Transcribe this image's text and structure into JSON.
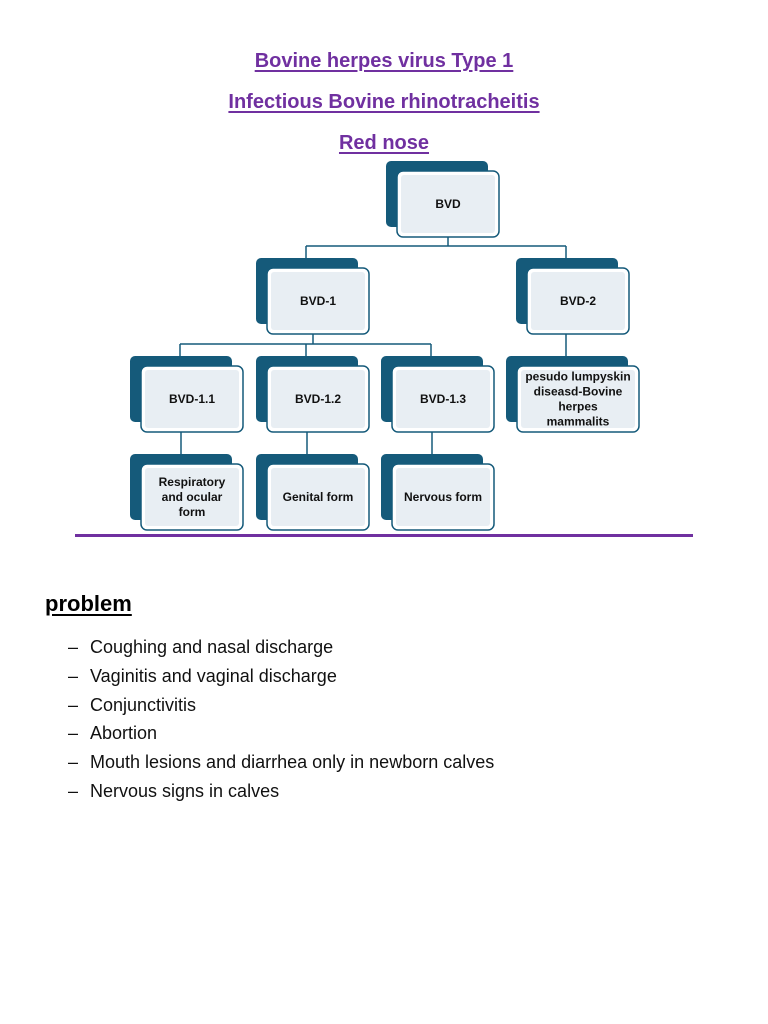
{
  "titles": {
    "line1": "Bovine herpes virus Type 1",
    "line2": "Infectious Bovine rhinotracheitis",
    "line3": "Red nose"
  },
  "colors": {
    "title": "#7030a0",
    "rule": "#7030a0",
    "node_back": "#155a7a",
    "node_front": "#e8eef3",
    "node_border": "#155a7a",
    "connector": "#155a7a"
  },
  "diagram": {
    "root": {
      "label": "BVD",
      "children": [
        {
          "label": "BVD-1",
          "children": [
            {
              "label": "BVD-1.1",
              "children": [
                {
                  "label": "Respiratory and ocular form",
                  "lines": [
                    "Respiratory",
                    "and ocular",
                    "form"
                  ]
                }
              ]
            },
            {
              "label": "BVD-1.2",
              "children": [
                {
                  "label": "Genital form",
                  "lines": [
                    "Genital form"
                  ]
                }
              ]
            },
            {
              "label": "BVD-1.3",
              "children": [
                {
                  "label": "Nervous form",
                  "lines": [
                    "Nervous form"
                  ]
                }
              ]
            }
          ]
        },
        {
          "label": "BVD-2",
          "children": [
            {
              "label": "pesudo lumpyskin diseasd-Bovine herpes mammalits",
              "lines": [
                "pesudo lumpyskin",
                "diseasd-Bovine",
                "herpes",
                "mammalits"
              ]
            }
          ]
        }
      ]
    }
  },
  "problem": {
    "heading": "problem",
    "bullet": "–",
    "items": [
      "Coughing and nasal discharge",
      "Vaginitis and vaginal discharge",
      "Conjunctivitis",
      "Abortion",
      "Mouth lesions and diarrhea only in newborn calves",
      "Nervous signs in calves"
    ]
  }
}
